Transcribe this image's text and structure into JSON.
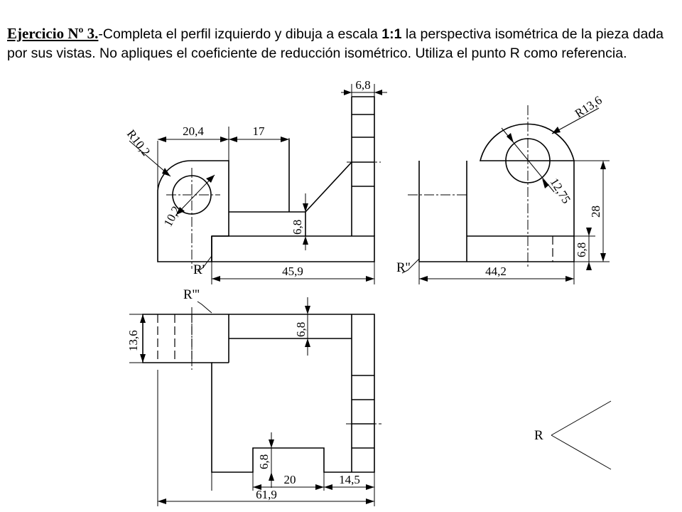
{
  "heading": {
    "exercise": "Ejercicio Nº 3.",
    "part1": "-Completa el perfil izquierdo y dibuja a escala ",
    "scale": "1:1",
    "part2": " la perspectiva isométrica de la pieza dada por sus vistas. No apliques el coeficiente de reducción isométrico. Utiliza el punto R como referencia."
  },
  "dimensions": {
    "front": {
      "width_top": "20,4",
      "slot_width": "17",
      "top_thickness": "6,8",
      "radius_outer": "R10,2",
      "diameter_hole": "10,2",
      "step_height": "6,8",
      "total_width": "45,9",
      "ref_point": "R'"
    },
    "side": {
      "radius_outer": "R13,6",
      "diameter_hole": "12,75",
      "total_height": "28",
      "base_height": "6,8",
      "total_width": "44,2",
      "ref_point": "R''"
    },
    "top": {
      "ref_point": "R'''",
      "depth": "13,6",
      "inner_thickness": "6,8",
      "lower_thickness": "6,8",
      "slot_width": "20",
      "right_width": "14,5",
      "total_width": "61,9"
    },
    "reference": {
      "label": "R"
    }
  }
}
